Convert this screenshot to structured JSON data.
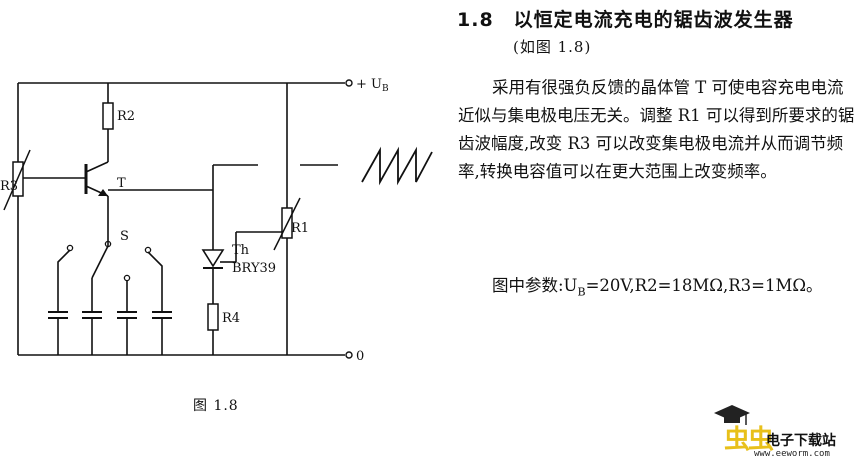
{
  "figure": {
    "labels": {
      "supply": "+ U",
      "supply_sub": "B",
      "ground": "0",
      "r1": "R1",
      "r2": "R2",
      "r3": "R3",
      "r4": "R4",
      "transistor": "T",
      "switch": "S",
      "thyristor": "Th",
      "thyristor_part": "BRY39"
    },
    "caption": "图 1.8"
  },
  "section": {
    "title": "1.8　以恒定电流充电的锯齿波发生器",
    "subtitle": "(如图 1.8)",
    "paragraph1": "采用有很强负反馈的晶体管 T 可使电容充电电流近似与集电极电压无关。调整 R1 可以得到所要求的锯齿波幅度,改变 R3 可以改变集电极电流并从而调节频率,转换电容值可以在更大范围上改变频率。",
    "paragraph2": "图中参数:U",
    "paragraph2_sub": "B",
    "paragraph2_rest": "=20V,R2=18MΩ,R3=1MΩ。"
  },
  "logo": {
    "chars": "虫虫",
    "text": "电子下载站",
    "url": "www.eeworm.com"
  },
  "colors": {
    "ink": "#111111",
    "logo_yellow": "#e8c01a",
    "background": "#ffffff"
  }
}
